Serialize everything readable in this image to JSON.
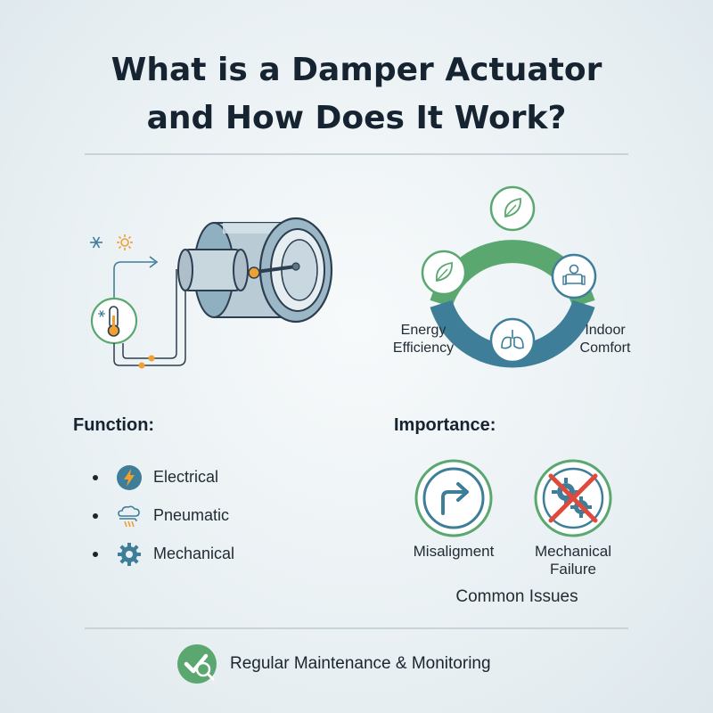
{
  "title": {
    "line1": "What is a Damper Actuator",
    "line2": "and How Does It Work?"
  },
  "cycle": {
    "left_label": "Energy\nEfficiency",
    "right_label": "Indoor\nComfort"
  },
  "function": {
    "heading": "Function:",
    "items": [
      {
        "label": "Electrical",
        "icon": "lightning-icon"
      },
      {
        "label": "Pneumatic",
        "icon": "air-cloud-icon"
      },
      {
        "label": "Mechanical",
        "icon": "gear-icon"
      }
    ]
  },
  "importance": {
    "heading": "Importance:",
    "issues": [
      {
        "label": "Misaligment",
        "icon": "turn-arrow-icon"
      },
      {
        "label": "Mechanical\nFailure",
        "icon": "crossed-gears-icon"
      }
    ],
    "caption": "Common Issues"
  },
  "footer": {
    "label": "Regular Maintenance & Monitoring",
    "icon": "check-magnifier-icon"
  },
  "colors": {
    "green": "#5aa870",
    "blue": "#3e7e99",
    "orange": "#f0a030",
    "dark": "#2c3e4f",
    "red": "#e04a3c"
  }
}
